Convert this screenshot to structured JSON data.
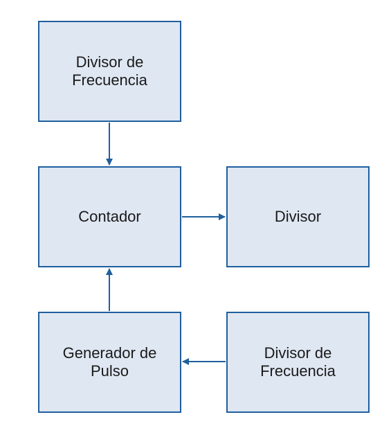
{
  "colors": {
    "block_fill": "#dfe7f2",
    "block_border": "#1f5f9e",
    "arrow": "#1f5f9e",
    "text": "#1a1a1a"
  },
  "blocks": {
    "top": {
      "label": "Divisor de\nFrecuencia"
    },
    "middle": {
      "label": "Contador"
    },
    "right": {
      "label": "Divisor"
    },
    "bottom_left": {
      "label": "Generador de\nPulso"
    },
    "bottom_right": {
      "label": "Divisor de\nFrecuencia"
    }
  },
  "connections": [
    {
      "from": "top",
      "to": "middle"
    },
    {
      "from": "middle",
      "to": "right"
    },
    {
      "from": "bottom_left",
      "to": "middle"
    },
    {
      "from": "bottom_right",
      "to": "bottom_left"
    }
  ]
}
